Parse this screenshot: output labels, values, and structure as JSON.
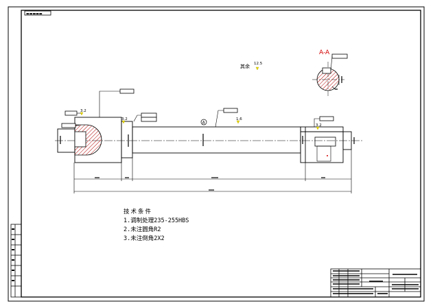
{
  "sheet": {
    "tag": "▬▬▬▬▬"
  },
  "section": {
    "label": "A-A"
  },
  "surface_finish": {
    "general_prefix": "其余",
    "general": "12.5",
    "callout_a": "3.2",
    "callout_b": "3.2",
    "callout_c": "1.6",
    "callout_d": "3.2"
  },
  "datum": {
    "symbol": "A"
  },
  "technical_requirements": {
    "title": "技术条件",
    "items": [
      "1.调制处理235-255HBS",
      "2.未注圆角R2",
      "3.未注倒角2X2"
    ]
  },
  "colors": {
    "line": "#000000",
    "accent": "#d40000",
    "finish_mark": "#e8d800",
    "hatch": "#b00000"
  }
}
